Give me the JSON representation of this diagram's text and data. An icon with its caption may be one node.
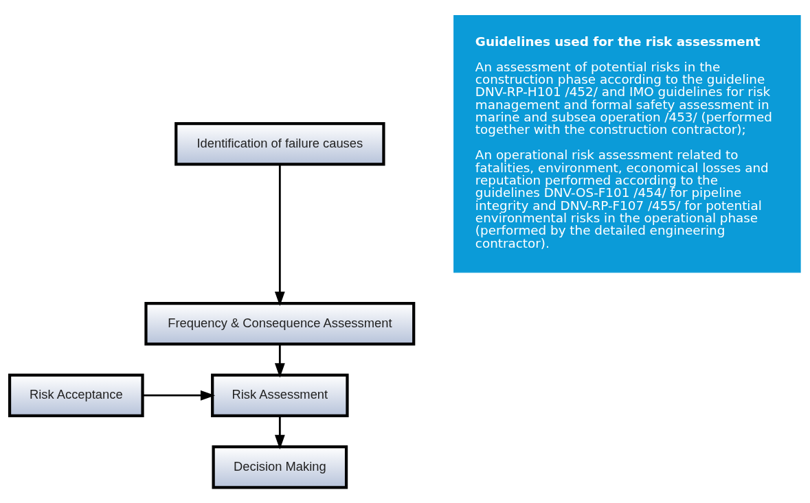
{
  "diagram": {
    "nodes": [
      {
        "text": [
          "Identification of failure causes"
        ]
      },
      {
        "text": [
          "Frequency & Consequence Assessment"
        ]
      },
      {
        "text": [
          "Risk Assessment"
        ]
      },
      {
        "text": [
          "Risk Acceptance"
        ]
      },
      {
        "text": [
          "Decision Making"
        ]
      },
      {
        "text": [
          "Guidelines used for the risk assessment",
          "An assessment of potential risks in the construction phase according to the guideline DNV-RP-H101 /452/ and IMO guidelines for risk management and formal safety assessment in marine and subsea operation /453/ (performed together with the construction contractor);",
          "An operational risk assessment related to fatalities, environment, economical losses and reputation performed according to the guidelines DNV-OS-F101 /454/ for pipeline integrity and DNV-RP-F107 /455/ for potential environmental risks in the operational phase (performed by the detailed engineering contractor)."
        ]
      }
    ],
    "edges": [
      {
        "from": 0,
        "to": 1,
        "arrow": "to"
      },
      {
        "from": 1,
        "to": 2,
        "arrow": "to"
      },
      {
        "from": 3,
        "to": 2,
        "arrow": "to"
      },
      {
        "from": 2,
        "to": 4,
        "arrow": "to"
      }
    ]
  }
}
